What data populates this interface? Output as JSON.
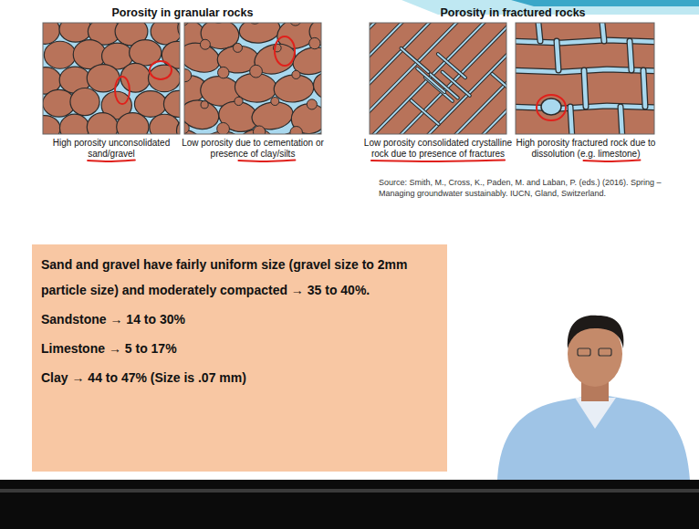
{
  "diagram": {
    "nodes": [
      {
        "text": [
          "Sand and gravel have fairly uniform size (gravel size to 2mm particle size) and moderately compacted → 35 to 40%.",
          "Sandstone → 14 to 30%",
          "Limestone → 5 to 17%",
          "Clay → 44 to 47% (Size is .07 mm)"
        ]
      }
    ],
    "labels": [
      "Porosity in granular rocks",
      "Porosity in fractured rocks",
      "High porosity unconsolidated sand/gravel",
      "Low porosity due to cementation or presence of clay/silts",
      "Low porosity consolidated crystalline rock due to presence of fractures",
      "High porosity fractured rock due to dissolution (e.g. limestone)",
      "Source: Smith, M., Cross, K., Paden, M. and Laban, P. (eds.) (2016). Spring – Managing groundwater sustainably. IUCN, Gland, Switzerland."
    ]
  }
}
